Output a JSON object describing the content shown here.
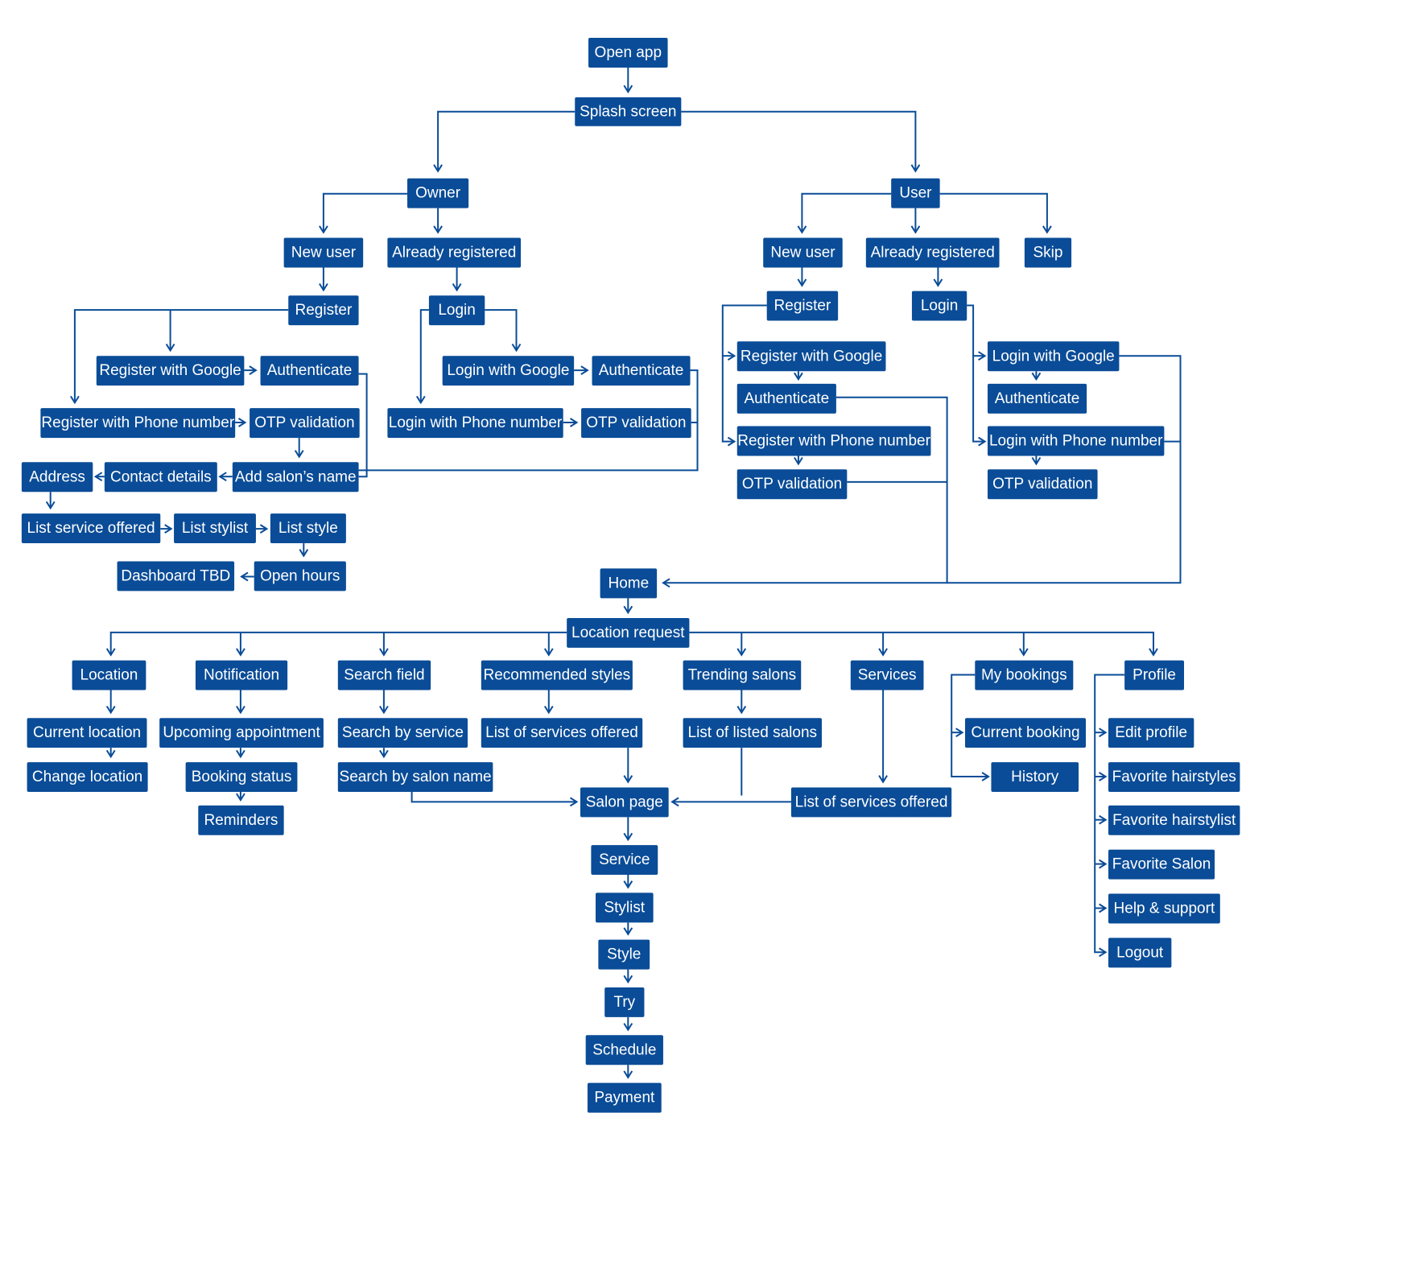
{
  "diagram": {
    "colors": {
      "node_fill": "#0a4c97",
      "node_text": "#ffffff",
      "edge": "#0a4c97",
      "background": "#ffffff"
    },
    "nodes": [
      {
        "id": "open_app",
        "label": "Open app"
      },
      {
        "id": "splash",
        "label": "Splash screen"
      },
      {
        "id": "owner",
        "label": "Owner"
      },
      {
        "id": "user",
        "label": "User"
      },
      {
        "id": "o_new",
        "label": "New user"
      },
      {
        "id": "o_reg",
        "label": "Already registered"
      },
      {
        "id": "o_register",
        "label": "Register"
      },
      {
        "id": "o_login",
        "label": "Login"
      },
      {
        "id": "o_rgoogle",
        "label": "Register with Google"
      },
      {
        "id": "o_rauth",
        "label": "Authenticate"
      },
      {
        "id": "o_rphone",
        "label": "Register with Phone number"
      },
      {
        "id": "o_rotp",
        "label": "OTP validation"
      },
      {
        "id": "o_lgoogle",
        "label": "Login with Google"
      },
      {
        "id": "o_lauth",
        "label": "Authenticate"
      },
      {
        "id": "o_lphone",
        "label": "Login with Phone number"
      },
      {
        "id": "o_lotp",
        "label": "OTP validation"
      },
      {
        "id": "address",
        "label": "Address"
      },
      {
        "id": "contact",
        "label": "Contact details"
      },
      {
        "id": "salon_name",
        "label": "Add salon’s name"
      },
      {
        "id": "list_service",
        "label": "List service offered"
      },
      {
        "id": "list_stylist",
        "label": "List stylist"
      },
      {
        "id": "list_style",
        "label": "List style"
      },
      {
        "id": "dashboard",
        "label": "Dashboard TBD"
      },
      {
        "id": "open_hours",
        "label": "Open hours"
      },
      {
        "id": "u_new",
        "label": "New user"
      },
      {
        "id": "u_reg",
        "label": "Already registered"
      },
      {
        "id": "skip",
        "label": "Skip"
      },
      {
        "id": "u_register",
        "label": "Register"
      },
      {
        "id": "u_login",
        "label": "Login"
      },
      {
        "id": "u_rgoogle",
        "label": "Register with Google"
      },
      {
        "id": "u_rauth",
        "label": "Authenticate"
      },
      {
        "id": "u_rphone",
        "label": "Register with Phone number"
      },
      {
        "id": "u_rotp",
        "label": "OTP validation"
      },
      {
        "id": "u_lgoogle",
        "label": "Login with Google"
      },
      {
        "id": "u_lauth",
        "label": "Authenticate"
      },
      {
        "id": "u_lphone",
        "label": "Login with Phone number"
      },
      {
        "id": "u_lotp",
        "label": "OTP validation"
      },
      {
        "id": "home",
        "label": "Home"
      },
      {
        "id": "loc_req",
        "label": "Location request"
      },
      {
        "id": "location",
        "label": "Location"
      },
      {
        "id": "notification",
        "label": "Notification"
      },
      {
        "id": "search",
        "label": "Search field"
      },
      {
        "id": "rec_styles",
        "label": "Recommended styles"
      },
      {
        "id": "trending",
        "label": "Trending salons"
      },
      {
        "id": "services",
        "label": "Services"
      },
      {
        "id": "my_bookings",
        "label": "My bookings"
      },
      {
        "id": "profile",
        "label": "Profile"
      },
      {
        "id": "cur_loc",
        "label": "Current location"
      },
      {
        "id": "chg_loc",
        "label": "Change location"
      },
      {
        "id": "upcoming",
        "label": "Upcoming appointment"
      },
      {
        "id": "booking_status",
        "label": "Booking status"
      },
      {
        "id": "reminders",
        "label": "Reminders"
      },
      {
        "id": "search_service",
        "label": "Search by service"
      },
      {
        "id": "search_salon",
        "label": "Search by salon name"
      },
      {
        "id": "list_services_rec",
        "label": "List of services offered"
      },
      {
        "id": "listed_salons",
        "label": "List of listed salons"
      },
      {
        "id": "list_services_svc",
        "label": "List of services offered"
      },
      {
        "id": "cur_booking",
        "label": "Current booking"
      },
      {
        "id": "history",
        "label": "History"
      },
      {
        "id": "edit_profile",
        "label": "Edit profile"
      },
      {
        "id": "fav_hairstyles",
        "label": "Favorite hairstyles"
      },
      {
        "id": "fav_hairstylist",
        "label": "Favorite hairstylist"
      },
      {
        "id": "fav_salon",
        "label": "Favorite Salon"
      },
      {
        "id": "help",
        "label": "Help & support"
      },
      {
        "id": "logout",
        "label": "Logout"
      },
      {
        "id": "salon_page",
        "label": "Salon page"
      },
      {
        "id": "service",
        "label": "Service"
      },
      {
        "id": "stylist",
        "label": "Stylist"
      },
      {
        "id": "style",
        "label": "Style"
      },
      {
        "id": "try",
        "label": "Try"
      },
      {
        "id": "schedule",
        "label": "Schedule"
      },
      {
        "id": "payment",
        "label": "Payment"
      }
    ]
  }
}
